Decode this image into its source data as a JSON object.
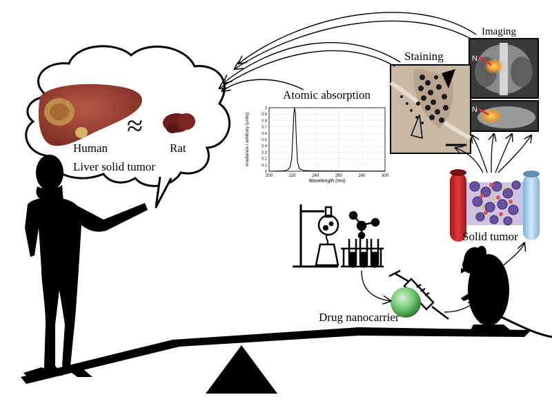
{
  "labels": {
    "imaging": "Imaging",
    "staining": "Staining",
    "atomic_absorption": "Atomic absorption",
    "human": "Human",
    "rat": "Rat",
    "approx_symbol": "≈",
    "liver_solid_tumor": "Liver solid tumor",
    "solid_tumor": "Solid tumor",
    "drug_nanocarrier": "Drug nanocarrier",
    "imaging_marker_top": "N",
    "imaging_marker_bottom": "N"
  },
  "chart_data": {
    "type": "line",
    "title": "",
    "xlabel": "Wavelength (nm)",
    "ylabel": "Irradiance / arbitrary (units)",
    "xlim": [
      200,
      300
    ],
    "ylim": [
      0,
      1
    ],
    "x_ticks": [
      200,
      220,
      240,
      260,
      280,
      300
    ],
    "y_ticks": [
      0,
      0.1,
      0.2,
      0.3,
      0.4,
      0.5,
      0.6,
      0.7,
      0.8,
      0.9,
      1
    ],
    "grid": true,
    "series": [
      {
        "x": [
          200,
          212,
          216,
          218,
          219.5,
          220.5,
          221.3,
          222,
          222.7,
          223.5,
          224.5,
          226,
          230,
          240,
          260,
          300
        ],
        "y": [
          0,
          0.005,
          0.02,
          0.06,
          0.2,
          0.55,
          0.9,
          1.0,
          0.9,
          0.5,
          0.15,
          0.04,
          0.01,
          0.005,
          0.003,
          0.002
        ]
      }
    ]
  },
  "colors": {
    "silhouette": "#000000",
    "vessel_red": "#d42a2a",
    "vessel_blue": "#a9cde6",
    "nanocarrier_green": "#6cc36c",
    "liver_human": "#9b3a2c",
    "liver_rat": "#6e1e1e",
    "staining_bg": "#c9b9a4"
  }
}
